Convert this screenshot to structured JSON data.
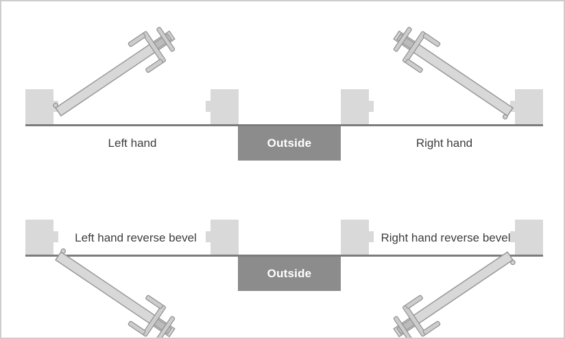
{
  "diagram": {
    "rows": [
      {
        "left_label": "Left hand",
        "right_label": "Right hand",
        "outside_label": "Outside"
      },
      {
        "left_label": "Left hand reverse bevel",
        "right_label": "Right hand reverse bevel",
        "outside_label": "Outside"
      }
    ],
    "colors": {
      "background": "#ffffff",
      "border": "#cdcdcd",
      "wall_line": "#7b7b7b",
      "jamb_fill": "#d9d9d9",
      "door_fill": "#d8d8d8",
      "door_outline": "#979797",
      "outside_box": "#8c8c8c",
      "outside_text": "#ffffff",
      "label_text": "#3d3d3d"
    }
  }
}
